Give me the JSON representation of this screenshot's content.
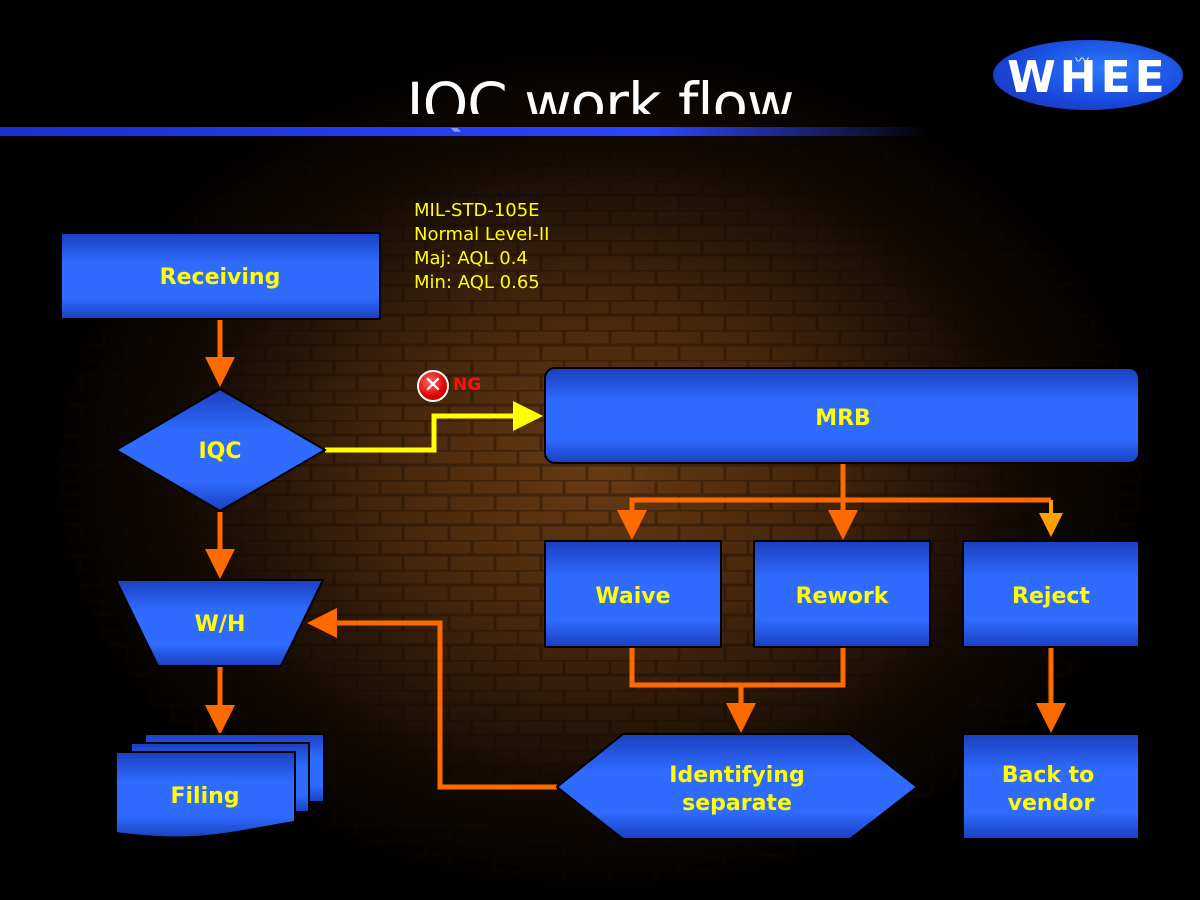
{
  "slide": {
    "title": "IQC work flow",
    "logo_text": "WHEE",
    "notes": [
      "MIL-STD-105E",
      "Normal Level-II",
      "Maj: AQL 0.4",
      "Min: AQL 0.65"
    ],
    "ng_icon": "error-x-icon",
    "ng_label": "NG"
  },
  "nodes": {
    "receiving": "Receiving",
    "iqc": "IQC",
    "wh": "W/H",
    "filing": "Filing",
    "mrb": "MRB",
    "waive": "Waive",
    "rework": "Rework",
    "reject": "Reject",
    "identifying_line1": "Identifying",
    "identifying_line2": "separate",
    "back_line1": "Back to",
    "back_line2": "vendor"
  },
  "colors": {
    "node_fill": "#2f6bff",
    "node_fill_dark": "#1a3fbf",
    "label": "#ffff00",
    "arrow": "#ff6a00",
    "ng_arrow": "#ffff00",
    "title_bar": "#2a46ff"
  }
}
